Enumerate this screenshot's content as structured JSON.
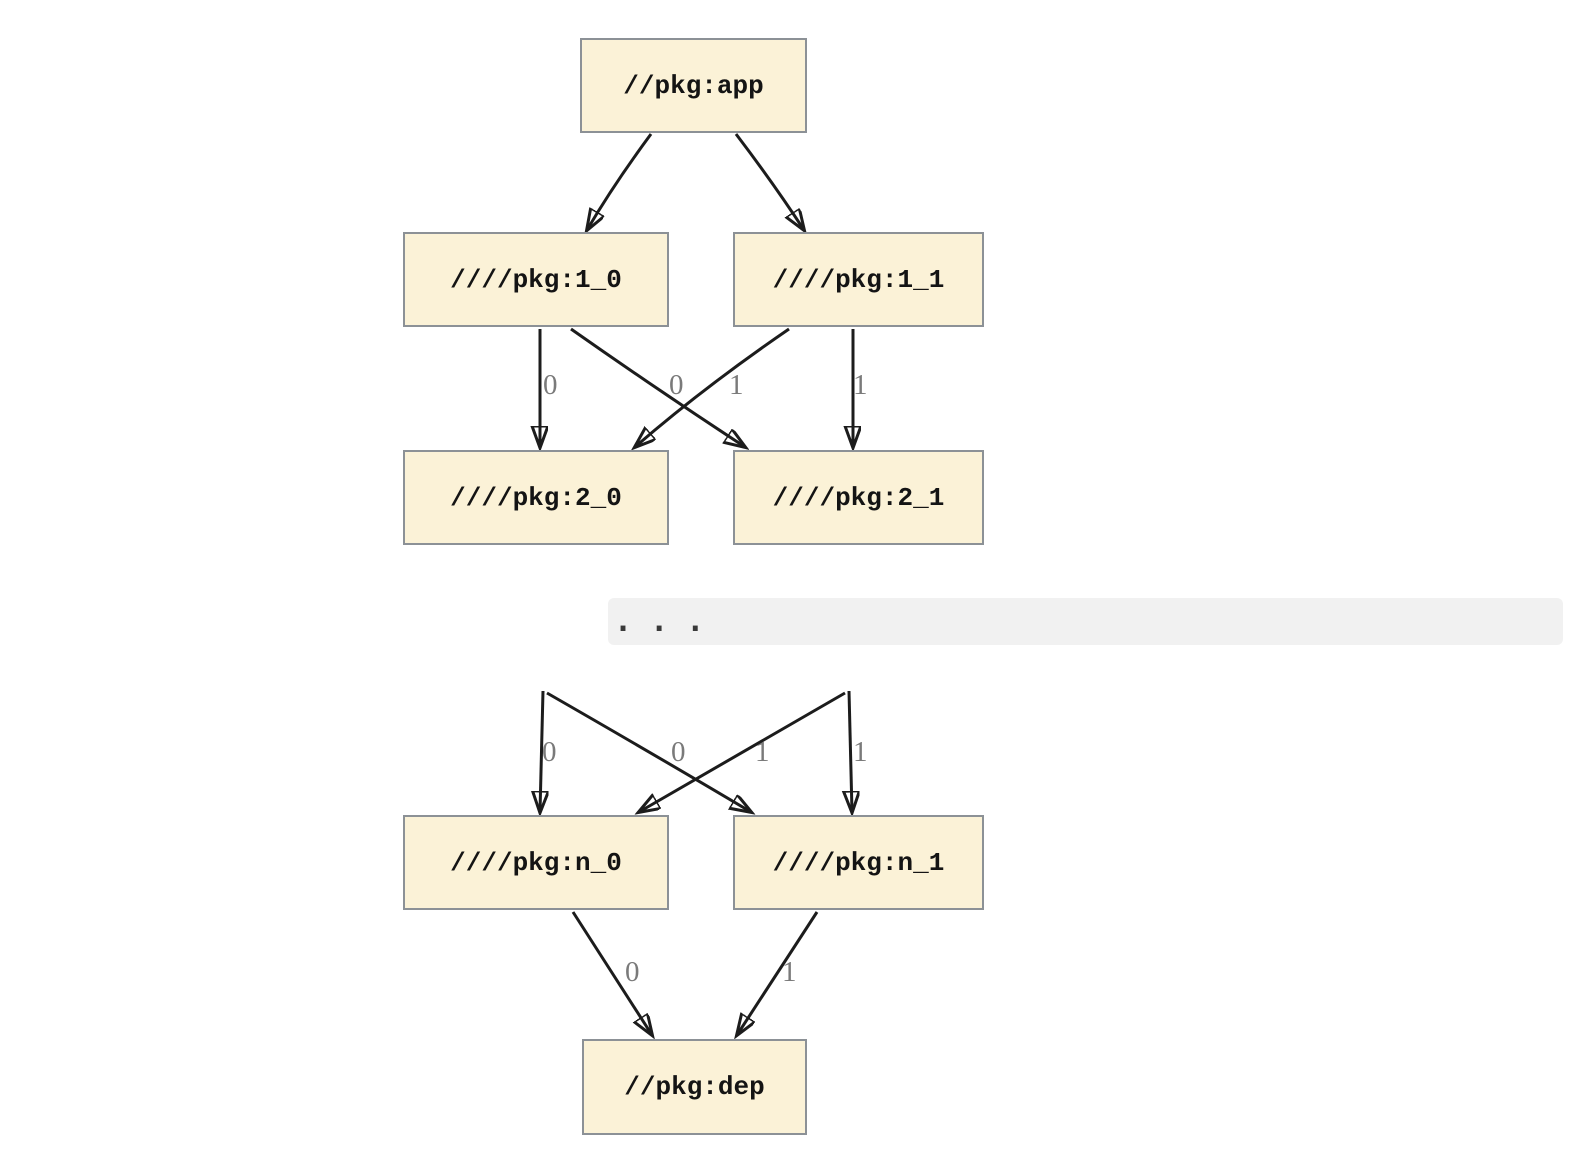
{
  "colors": {
    "node_fill": "#FBF2D7",
    "node_border": "#8C9196",
    "edge": "#1C1C1C",
    "edge_label": "#7A7A7A",
    "band_background": "#F1F1F1",
    "band_text": "#3A3A3A"
  },
  "graph1": {
    "nodes": {
      "app": {
        "label": "//pkg:app"
      },
      "l1_0": {
        "label": "////pkg:1_0"
      },
      "l1_1": {
        "label": "////pkg:1_1"
      },
      "l2_0": {
        "label": "////pkg:2_0"
      },
      "l2_1": {
        "label": "////pkg:2_1"
      }
    },
    "edge_labels": {
      "e_1_0_to_2_0": "0",
      "e_1_0_to_2_1": "0",
      "e_1_1_to_2_0": "1",
      "e_1_1_to_2_1": "1"
    }
  },
  "ellipsis": {
    "text": ". . ."
  },
  "graph2": {
    "nodes": {
      "ln_0": {
        "label": "////pkg:n_0"
      },
      "ln_1": {
        "label": "////pkg:n_1"
      },
      "dep": {
        "label": "//pkg:dep"
      }
    },
    "edge_labels": {
      "e_top_to_n_0": "0",
      "e_top_to_n_1": "0",
      "e_top2_to_n_0": "1",
      "e_top2_to_n_1": "1",
      "e_n_0_to_dep": "0",
      "e_n_1_to_dep": "1"
    }
  }
}
